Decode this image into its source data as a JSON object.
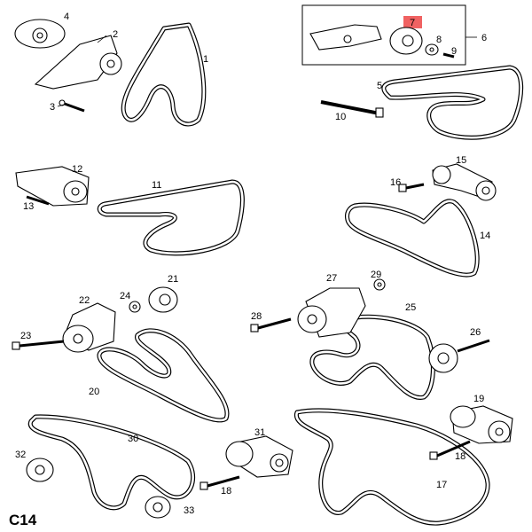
{
  "diagram_code": "C14",
  "highlight_color": "#f06262",
  "callouts": {
    "c1": "1",
    "c2": "2",
    "c3": "3",
    "c4": "4",
    "c5": "5",
    "c6": "6",
    "c7": "7",
    "c8": "8",
    "c9": "9",
    "c10": "10",
    "c11": "11",
    "c12": "12",
    "c13": "13",
    "c14": "14",
    "c15": "15",
    "c16": "16",
    "c17": "17",
    "c18a": "18",
    "c18b": "18",
    "c19": "19",
    "c20": "20",
    "c21": "21",
    "c22": "22",
    "c23": "23",
    "c24": "24",
    "c25": "25",
    "c26": "26",
    "c27": "27",
    "c28": "28",
    "c29": "29",
    "c30": "30",
    "c31": "31",
    "c32": "32",
    "c33": "33"
  }
}
